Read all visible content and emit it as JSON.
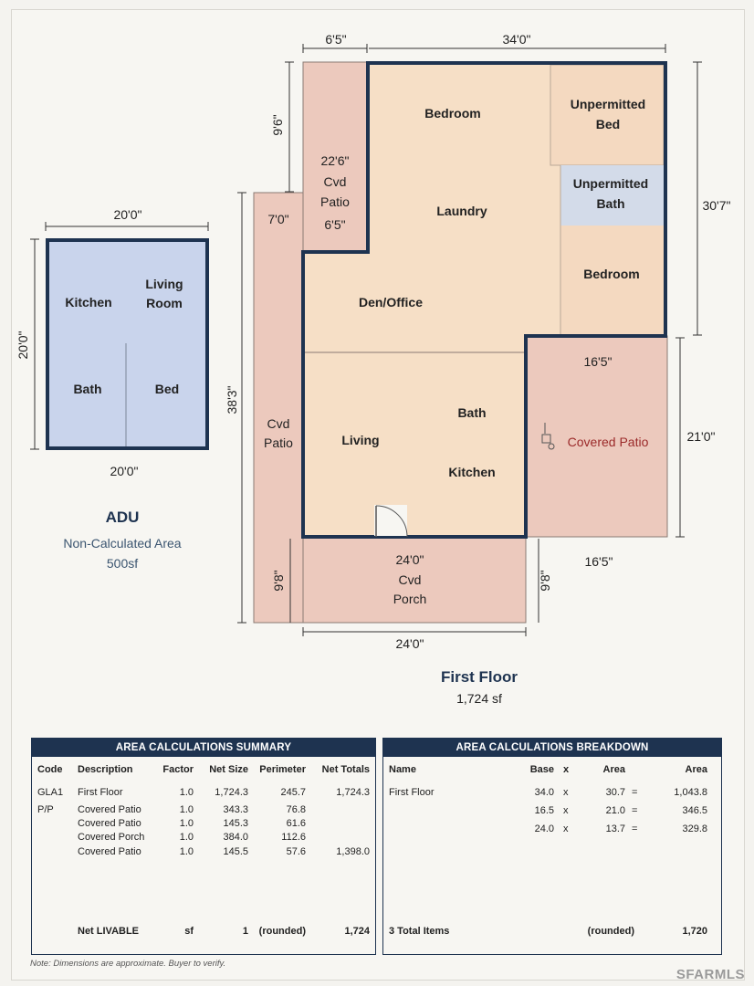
{
  "adu": {
    "dims": {
      "top": "20'0\"",
      "bottom": "20'0\"",
      "left": "20'0\""
    },
    "rooms": {
      "kitchen": "Kitchen",
      "living1": "Living",
      "living2": "Room",
      "bath": "Bath",
      "bed": "Bed"
    },
    "title": "ADU",
    "subtitle": "Non-Calculated Area",
    "area": "500sf"
  },
  "floor": {
    "dims": {
      "top_left": "6'5\"",
      "top_right": "34'0\"",
      "left_upper": "9'6\"",
      "right_upper": "30'7\"",
      "left_long": "38'3\"",
      "right_mid": "21'0\"",
      "patio_inner_top": "16'5\"",
      "patio_bottom": "16'5\"",
      "porch_left": "9'8\"",
      "porch_right": "9'8\"",
      "porch_top": "24'0\"",
      "porch_bottom": "24'0\""
    },
    "rooms": {
      "bedroom_top": "Bedroom",
      "laundry": "Laundry",
      "den": "Den/Office",
      "unperm_bed_1": "Unpermitted",
      "unperm_bed_2": "Bed",
      "unperm_bath_1": "Unpermitted",
      "unperm_bath_2": "Bath",
      "bedroom_right": "Bedroom",
      "living": "Living",
      "bath": "Bath",
      "kitchen": "Kitchen",
      "covered_patio": "Covered Patio",
      "cvd_patio_top_dim": "22'6\"",
      "cvd_patio_top_1": "Cvd",
      "cvd_patio_top_2": "Patio",
      "cvd_patio_top_dim2": "6'5\"",
      "cvd_patio_left_dim": "7'0\"",
      "cvd_patio_left_1": "Cvd",
      "cvd_patio_left_2": "Patio",
      "porch_1": "Cvd",
      "porch_2": "Porch"
    },
    "title": "First Floor",
    "area": "1,724 sf"
  },
  "summary": {
    "title": "AREA CALCULATIONS SUMMARY",
    "headers": [
      "Code",
      "Description",
      "Factor",
      "Net Size",
      "Perimeter",
      "Net Totals"
    ],
    "rows": [
      [
        "GLA1",
        "First Floor",
        "1.0",
        "1,724.3",
        "245.7",
        "1,724.3"
      ],
      [
        "P/P",
        "Covered Patio",
        "1.0",
        "343.3",
        "76.8",
        ""
      ],
      [
        "",
        "Covered Patio",
        "1.0",
        "145.3",
        "61.6",
        ""
      ],
      [
        "",
        "Covered Porch",
        "1.0",
        "384.0",
        "112.6",
        ""
      ],
      [
        "",
        "Covered Patio",
        "1.0",
        "145.5",
        "57.6",
        "1,398.0"
      ]
    ],
    "footer": [
      "",
      "Net LIVABLE",
      "sf",
      "1",
      "(rounded)",
      "1,724"
    ]
  },
  "breakdown": {
    "title": "AREA CALCULATIONS BREAKDOWN",
    "headers": [
      "Name",
      "Base",
      "x",
      "Area",
      "",
      "Area"
    ],
    "rows": [
      [
        "First Floor",
        "34.0",
        "x",
        "30.7",
        "=",
        "1,043.8"
      ],
      [
        "",
        "16.5",
        "x",
        "21.0",
        "=",
        "346.5"
      ],
      [
        "",
        "24.0",
        "x",
        "13.7",
        "=",
        "329.8"
      ]
    ],
    "footer": [
      "3 Total Items",
      "",
      "",
      "(rounded)",
      "",
      "1,720"
    ]
  },
  "note": "Note: Dimensions are approximate. Buyer to verify.",
  "watermark": "SFARMLS",
  "colors": {
    "navy": "#1e3350",
    "living": "#f6dfc6",
    "patio": "#ecc9bd",
    "adu": "#c9d4ec",
    "bath": "#d3dbe9",
    "red_label": "#9b2a2a"
  }
}
